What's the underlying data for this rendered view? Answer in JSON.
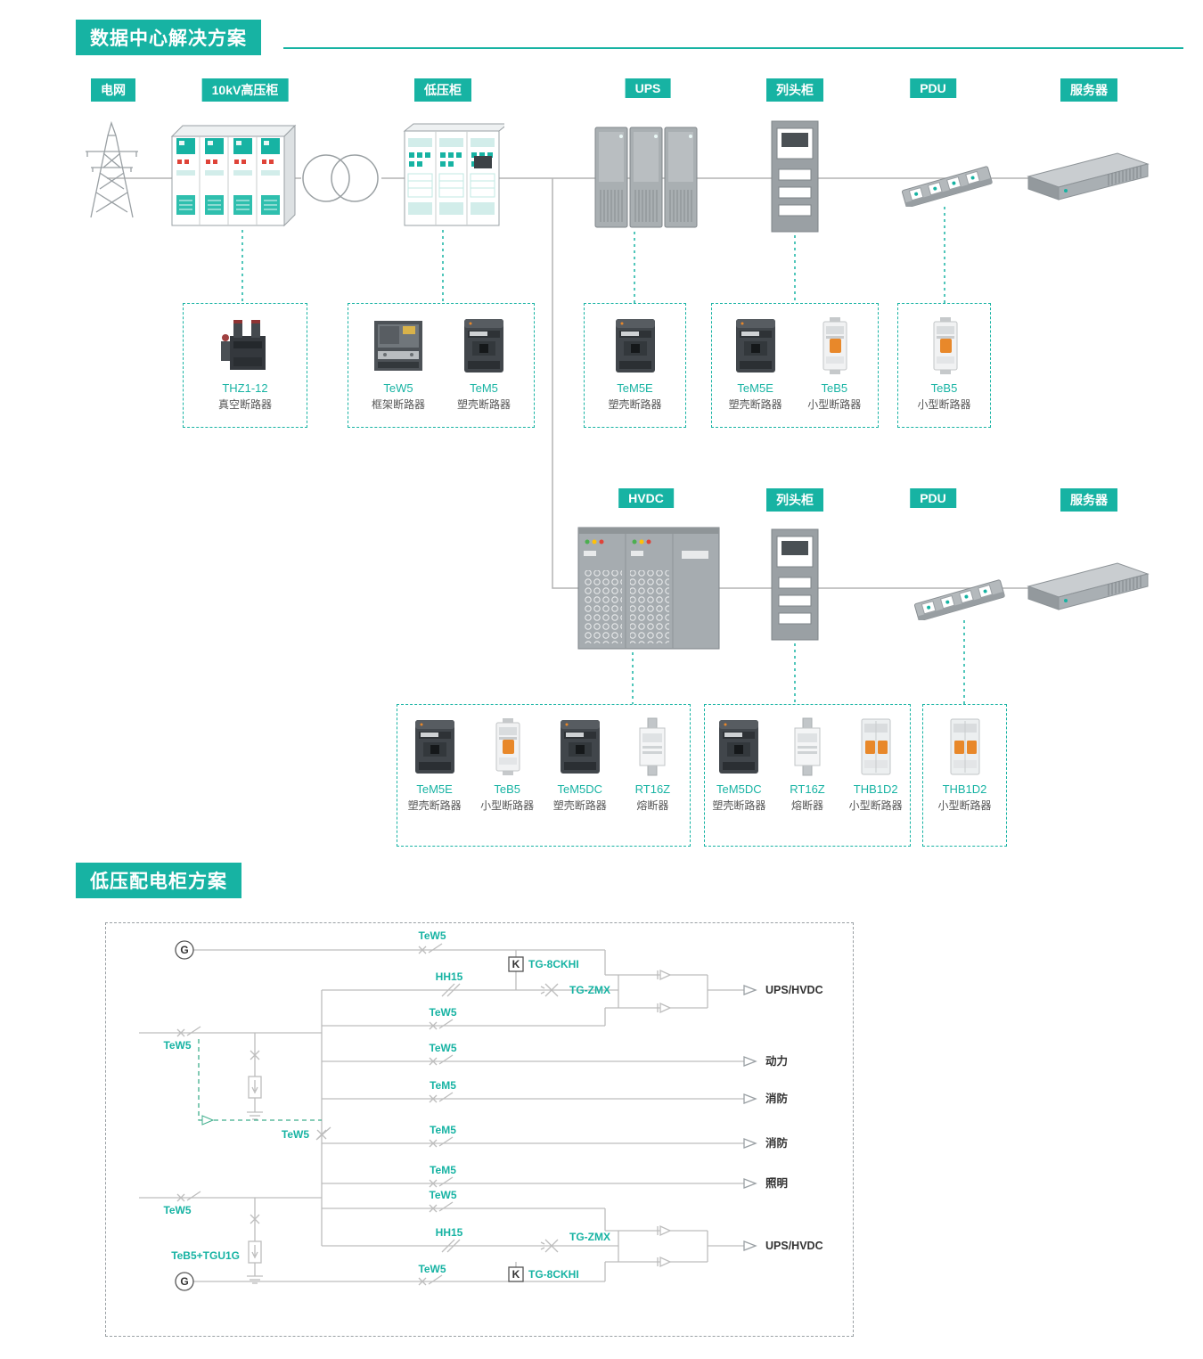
{
  "accent": "#17b3a3",
  "sections": {
    "datacenter": {
      "title": "数据中心解决方案"
    },
    "lowvoltage": {
      "title": "低压配电柜方案"
    }
  },
  "row1": {
    "nodes": [
      {
        "label": "电网"
      },
      {
        "label": "10kV高压柜"
      },
      {
        "label": "低压柜"
      },
      {
        "label": "UPS"
      },
      {
        "label": "列头柜"
      },
      {
        "label": "PDU"
      },
      {
        "label": "服务器"
      }
    ],
    "groups": [
      {
        "products": [
          {
            "name": "THZ1-12",
            "type": "真空断路器"
          }
        ]
      },
      {
        "products": [
          {
            "name": "TeW5",
            "type": "框架断路器"
          },
          {
            "name": "TeM5",
            "type": "塑壳断路器"
          }
        ]
      },
      {
        "products": [
          {
            "name": "TeM5E",
            "type": "塑壳断路器"
          }
        ]
      },
      {
        "products": [
          {
            "name": "TeM5E",
            "type": "塑壳断路器"
          },
          {
            "name": "TeB5",
            "type": "小型断路器"
          }
        ]
      },
      {
        "products": [
          {
            "name": "TeB5",
            "type": "小型断路器"
          }
        ]
      }
    ]
  },
  "row2": {
    "nodes": [
      {
        "label": "HVDC"
      },
      {
        "label": "列头柜"
      },
      {
        "label": "PDU"
      },
      {
        "label": "服务器"
      }
    ],
    "groups": [
      {
        "products": [
          {
            "name": "TeM5E",
            "type": "塑壳断路器"
          },
          {
            "name": "TeB5",
            "type": "小型断路器"
          },
          {
            "name": "TeM5DC",
            "type": "塑壳断路器"
          },
          {
            "name": "RT16Z",
            "type": "熔断器"
          }
        ]
      },
      {
        "products": [
          {
            "name": "TeM5DC",
            "type": "塑壳断路器"
          },
          {
            "name": "RT16Z",
            "type": "熔断器"
          },
          {
            "name": "THB1D2",
            "type": "小型断路器"
          }
        ]
      },
      {
        "products": [
          {
            "name": "THB1D2",
            "type": "小型断路器"
          }
        ]
      }
    ]
  },
  "schematic": {
    "generator": "G",
    "contactor": "K",
    "labels": {
      "tew5": "TeW5",
      "tem5": "TeM5",
      "hh15": "HH15",
      "tg8ckhi": "TG-8CKHI",
      "tgzmx": "TG-ZMX",
      "teb5_tgu1g": "TeB5+TGU1G"
    },
    "outputs": {
      "ups1": "UPS/HVDC",
      "power": "动力",
      "fire1": "消防",
      "fire2": "消防",
      "light": "照明",
      "ups2": "UPS/HVDC"
    }
  }
}
